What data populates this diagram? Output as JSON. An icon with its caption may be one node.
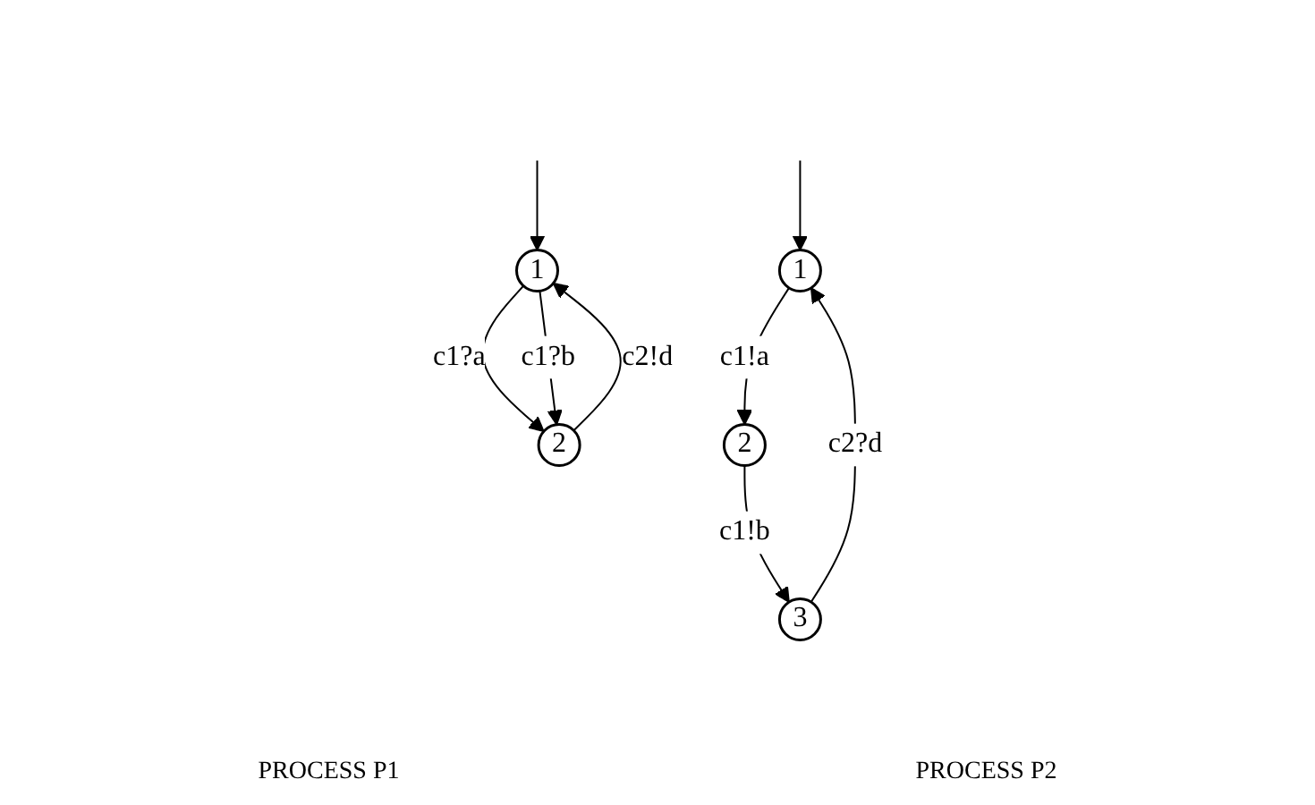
{
  "diagram": {
    "nodes": [
      {
        "text": [
          "1"
        ]
      },
      {
        "text": [
          "2"
        ]
      },
      {
        "text": [
          "1"
        ]
      },
      {
        "text": [
          "2"
        ]
      },
      {
        "text": [
          "3"
        ]
      }
    ],
    "edges": [
      {
        "from": null,
        "to": 0,
        "arrow": "to"
      },
      {
        "from": 0,
        "to": 1,
        "label": "c1?a",
        "arrow": "to"
      },
      {
        "from": 0,
        "to": 1,
        "label": "c1?b",
        "arrow": "to"
      },
      {
        "from": 1,
        "to": 0,
        "label": "c2!d",
        "arrow": "to"
      },
      {
        "from": null,
        "to": 2,
        "arrow": "to"
      },
      {
        "from": 2,
        "to": 3,
        "label": "c1!a",
        "arrow": "to"
      },
      {
        "from": 3,
        "to": 4,
        "label": "c1!b",
        "arrow": "to"
      },
      {
        "from": 4,
        "to": 2,
        "label": "c2?d",
        "arrow": "to"
      }
    ],
    "labels": [
      "PROCESS P1",
      "PROCESS P2"
    ]
  }
}
